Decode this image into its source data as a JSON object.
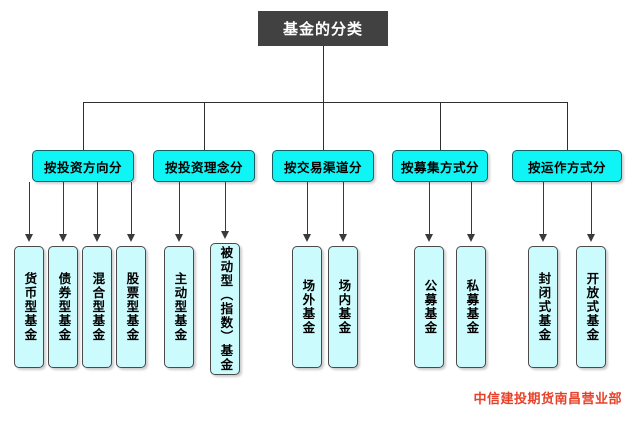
{
  "diagram": {
    "title": "基金的分类",
    "footer_credit": "中信建投期货南昌营业部",
    "colors": {
      "root_fill": "#414141",
      "root_text": "#ffffff",
      "level2_fill": "#0ff5f5",
      "level2_border": "#0f5f63",
      "level3_fill": "#ccfbfd",
      "level3_border": "#4a4a4a",
      "connector": "#2f2f2f",
      "footer_text": "#e8412a"
    },
    "branches": [
      {
        "label": "按投资方向分",
        "children": [
          "货币型基金",
          "债券型基金",
          "混合型基金",
          "股票型基金"
        ]
      },
      {
        "label": "按投资理念分",
        "children": [
          "主动型基金",
          "被动型（指数）基金"
        ]
      },
      {
        "label": "按交易渠道分",
        "children": [
          "场外基金",
          "场内基金"
        ]
      },
      {
        "label": "按募集方式分",
        "children": [
          "公募基金",
          "私募基金"
        ]
      },
      {
        "label": "按运作方式分",
        "children": [
          "封闭式基金",
          "开放式基金"
        ]
      }
    ]
  }
}
